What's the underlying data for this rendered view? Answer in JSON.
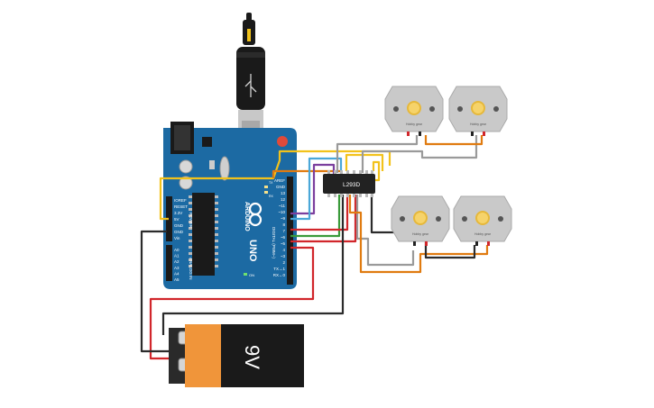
{
  "arduino": {
    "logo_text": "ARDUINO",
    "model": "UNO",
    "digital_header": "DIGITAL (PWM~)",
    "power_header": "POWER",
    "analog_header": "ANALOG IN",
    "on_label": "ON",
    "tx_label": "TX",
    "rx_label": "RX",
    "left_pins": [
      "IOREF",
      "RESET",
      "3.3V",
      "5V",
      "GND",
      "GND",
      "Vin"
    ],
    "analog_pins": [
      "A0",
      "A1",
      "A2",
      "A3",
      "A4",
      "A5"
    ],
    "right_pins": [
      "AREF",
      "GND",
      "13",
      "12",
      "~11",
      "~10",
      "~9",
      "8",
      "7",
      "~6",
      "~5",
      "4",
      "~3",
      "2",
      "TX→1",
      "RX←0"
    ]
  },
  "driver": {
    "label": "L293D"
  },
  "battery": {
    "label": "9V"
  },
  "motors": [
    {
      "label": "Hobby gear"
    },
    {
      "label": "Hobby gear"
    },
    {
      "label": "Hobby gear"
    },
    {
      "label": "Hobby gear"
    }
  ],
  "colors": {
    "board": "#1c6aa3",
    "chip": "#222222",
    "wire_yellow": "#f2c21b",
    "wire_red": "#d1262b",
    "wire_black": "#2b2b2b",
    "wire_orange": "#e07b10",
    "wire_grey": "#9a9a9a",
    "wire_purple": "#7b3f9e",
    "wire_green": "#3a9a3a",
    "wire_blue": "#4aa7d8",
    "battery_orange": "#f0953a",
    "battery_black": "#1a1a1a"
  }
}
